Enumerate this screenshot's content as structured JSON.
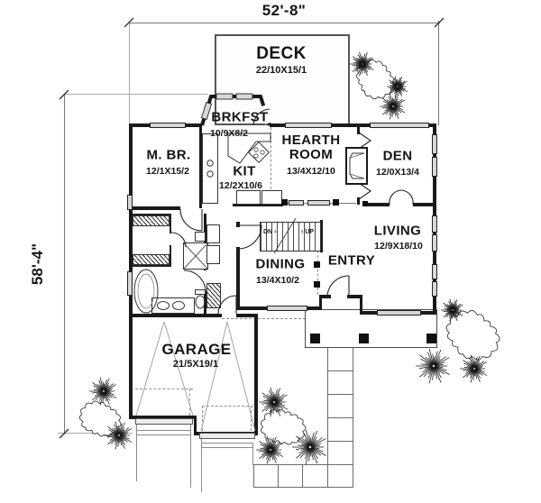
{
  "dimensions": {
    "width_label": "52'-8\"",
    "height_label": "58'-4\""
  },
  "rooms": {
    "deck": {
      "name": "DECK",
      "size": "22/10X15/1"
    },
    "brkfst": {
      "name": "BRKFST",
      "size": "10/9X8/2"
    },
    "hearth": {
      "name": "HEARTH ROOM",
      "size": "13/4X12/10"
    },
    "den": {
      "name": "DEN",
      "size": "12/0X13/4"
    },
    "master_bedroom": {
      "name": "M. BR.",
      "size": "12/1X15/2"
    },
    "kitchen": {
      "name": "KIT",
      "size": "12/2X10/6"
    },
    "dining": {
      "name": "DINING",
      "size": "13/4X10/2"
    },
    "entry": {
      "name": "ENTRY"
    },
    "living": {
      "name": "LIVING",
      "size": "12/9X18/10"
    },
    "garage": {
      "name": "GARAGE",
      "size": "21/5X19/1"
    }
  },
  "stairs": {
    "down": "DN",
    "up": "UP",
    "down_arrow": "›",
    "up_arrow": "‹"
  },
  "palette": {
    "wall": "#1a1a1a",
    "window_fill": "#d8d8d8",
    "line": "#777777",
    "vegetation": "#151515"
  }
}
